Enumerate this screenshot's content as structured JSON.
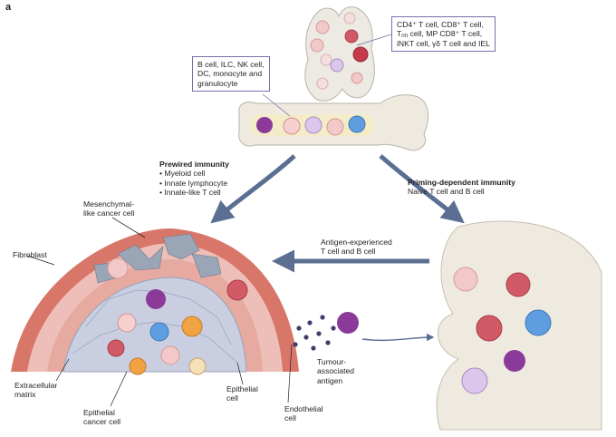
{
  "panel_label": "a",
  "colors": {
    "arrow": "#5b6f93",
    "box_border": "#7a6fa8",
    "tissue": "#e9e6df",
    "fibroblast": "#d9766a",
    "ecm": "#eebfb8",
    "cancer_cell": "#c9cfe0",
    "cell_red": "#d25a66",
    "cell_pink": "#f2c8c8",
    "cell_blue": "#5e9ee0",
    "cell_purple": "#8b3a9a",
    "cell_orange": "#f0a245"
  },
  "box_tcells": {
    "line1": "CD4⁺ T cell, CD8⁺ T cell,",
    "line2_pre": "T",
    "line2_sub": "rm",
    "line2_post": " cell, MP CD8⁺ T cell,",
    "line3": "iNKT cell, γδ T cell and IEL"
  },
  "box_innate": {
    "line1": "B cell, ILC, NK cell,",
    "line2": "DC, monocyte and",
    "line3": "granulocyte"
  },
  "prewired": {
    "title": "Prewired immunity",
    "items": [
      "Myeloid cell",
      "Innate lymphocyte",
      "Innate-like T cell"
    ]
  },
  "priming": {
    "title": "Priming-dependent immunity",
    "subtitle": "Naive T cell and B cell"
  },
  "antigen_experienced": {
    "line1": "Antigen-experienced",
    "line2": "T cell and B cell"
  },
  "labels": {
    "mesenchymal_line1": "Mesenchymal-",
    "mesenchymal_line2": "like cancer cell",
    "fibroblast": "Fibroblast",
    "ecm_line1": "Extracellular",
    "ecm_line2": "matrix",
    "epithelial_cancer_line1": "Epithelial",
    "epithelial_cancer_line2": "cancer cell",
    "epithelial_line1": "Epithelial",
    "epithelial_line2": "cell",
    "endothelial_line1": "Endothelial",
    "endothelial_line2": "cell",
    "tumour_antigen_line1": "Tumour-",
    "tumour_antigen_line2": "associated",
    "tumour_antigen_line3": "antigen"
  }
}
